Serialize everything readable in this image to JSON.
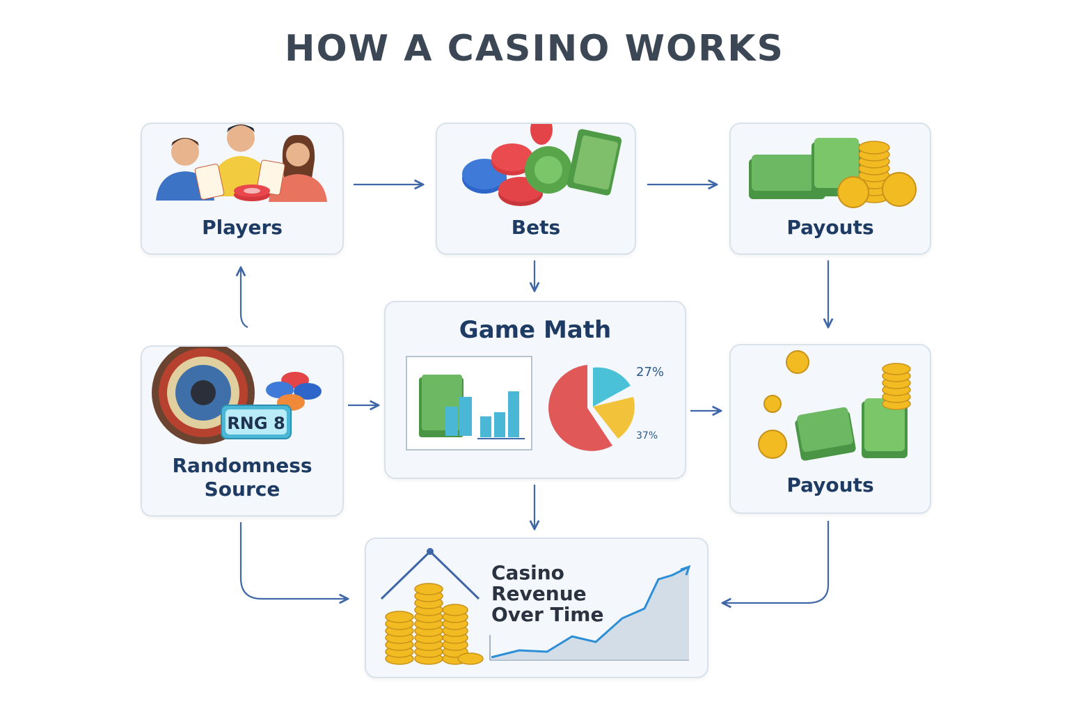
{
  "title": "HOW A CASINO WORKS",
  "nodes": {
    "players": {
      "label": "Players"
    },
    "bets": {
      "label": "Bets"
    },
    "payouts_top": {
      "label": "Payouts"
    },
    "randomness": {
      "label_line1": "Randomness",
      "label_line2": "Source",
      "rng_badge": "RNG 8"
    },
    "game_math": {
      "label": "Game Math",
      "pie_pct_top": "27%",
      "pie_pct_bottom": "37%"
    },
    "payouts_mid": {
      "label": "Payouts"
    },
    "revenue": {
      "label_line1": "Casino",
      "label_line2": "Revenue",
      "label_line3": "Over Time"
    }
  },
  "edges": [
    {
      "from": "players",
      "to": "bets"
    },
    {
      "from": "bets",
      "to": "payouts_top"
    },
    {
      "from": "bets",
      "to": "game_math"
    },
    {
      "from": "payouts_top",
      "to": "payouts_mid"
    },
    {
      "from": "randomness",
      "to": "players"
    },
    {
      "from": "randomness",
      "to": "game_math"
    },
    {
      "from": "game_math",
      "to": "payouts_mid"
    },
    {
      "from": "game_math",
      "to": "revenue"
    },
    {
      "from": "randomness",
      "to": "revenue"
    },
    {
      "from": "payouts_mid",
      "to": "revenue"
    }
  ],
  "colors": {
    "title": "#3c4756",
    "label": "#1e3b63",
    "arrow": "#3f66a6",
    "box_fill": "#f4f7fb",
    "box_border": "#d9e1ea"
  }
}
